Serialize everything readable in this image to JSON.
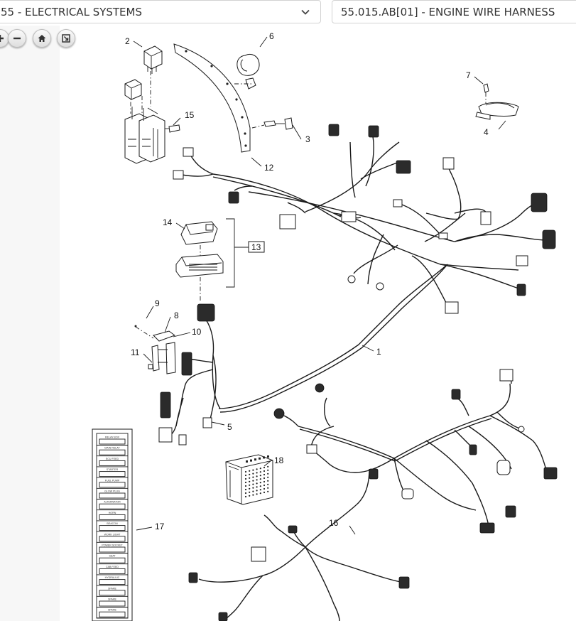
{
  "header": {
    "section_select": {
      "value": "55 - ELECTRICAL SYSTEMS"
    },
    "part_select": {
      "value": "55.015.AB[01] - ENGINE WIRE HARNESS"
    }
  },
  "toolbar": {
    "buttons": [
      {
        "name": "zoom-in",
        "icon": "plus-icon"
      },
      {
        "name": "zoom-out",
        "icon": "minus-icon"
      },
      {
        "name": "home",
        "icon": "home-icon"
      },
      {
        "name": "fit",
        "icon": "fit-screen-icon"
      }
    ]
  },
  "diagram": {
    "callouts": [
      "2",
      "6",
      "7",
      "15",
      "3",
      "4",
      "12",
      "14",
      "13",
      "9",
      "8",
      "10",
      "11",
      "1",
      "5",
      "18",
      "17",
      "16"
    ],
    "fuse_panel_lines": [
      "RELAY BOX",
      "MAIN RELAY",
      "ECU FEED",
      "STARTER",
      "FUEL PUMP",
      "GLOW PLUG",
      "ALTERNATOR",
      "HORN",
      "BEACON",
      "WORK LIGHT",
      "POWER SOCKET",
      "SEAT",
      "CAB FEED",
      "HYDRAULIC",
      "SPARE",
      "SPARE",
      "SPARE"
    ]
  }
}
